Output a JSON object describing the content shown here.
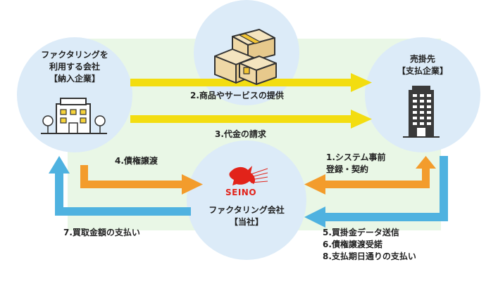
{
  "colors": {
    "background_band": "#e9f7e6",
    "circle": "#dcebf8",
    "yellow_arrow": "#f3dd10",
    "orange_arrow": "#f39c2c",
    "blue_arrow": "#4fb2e0",
    "building": "#3a3a3a",
    "window": "#f5d23b",
    "logo_red": "#e2231a"
  },
  "supplier": {
    "text": "ファクタリングを\n利用する会社\n【納入企業】",
    "icon": "office-building-icon"
  },
  "buyer": {
    "text": "売掛先\n【支払企業】",
    "icon": "tower-building-icon"
  },
  "company": {
    "logo_text": "SEINO",
    "text": "ファクタリング会社\n【当社】"
  },
  "goods_icon": "cardboard-boxes-icon",
  "flows": {
    "goods": "2.商品やサービスの提供",
    "invoice": "3.代金の請求",
    "assignment": "4.債権譲渡",
    "registration": "1.システム事前\n登録・契約",
    "payment_to_supplier": "7.買取金額の支払い",
    "buyer_steps": "5.買掛金データ送信\n6.債権譲渡受諾\n8.支払期日通りの支払い"
  }
}
